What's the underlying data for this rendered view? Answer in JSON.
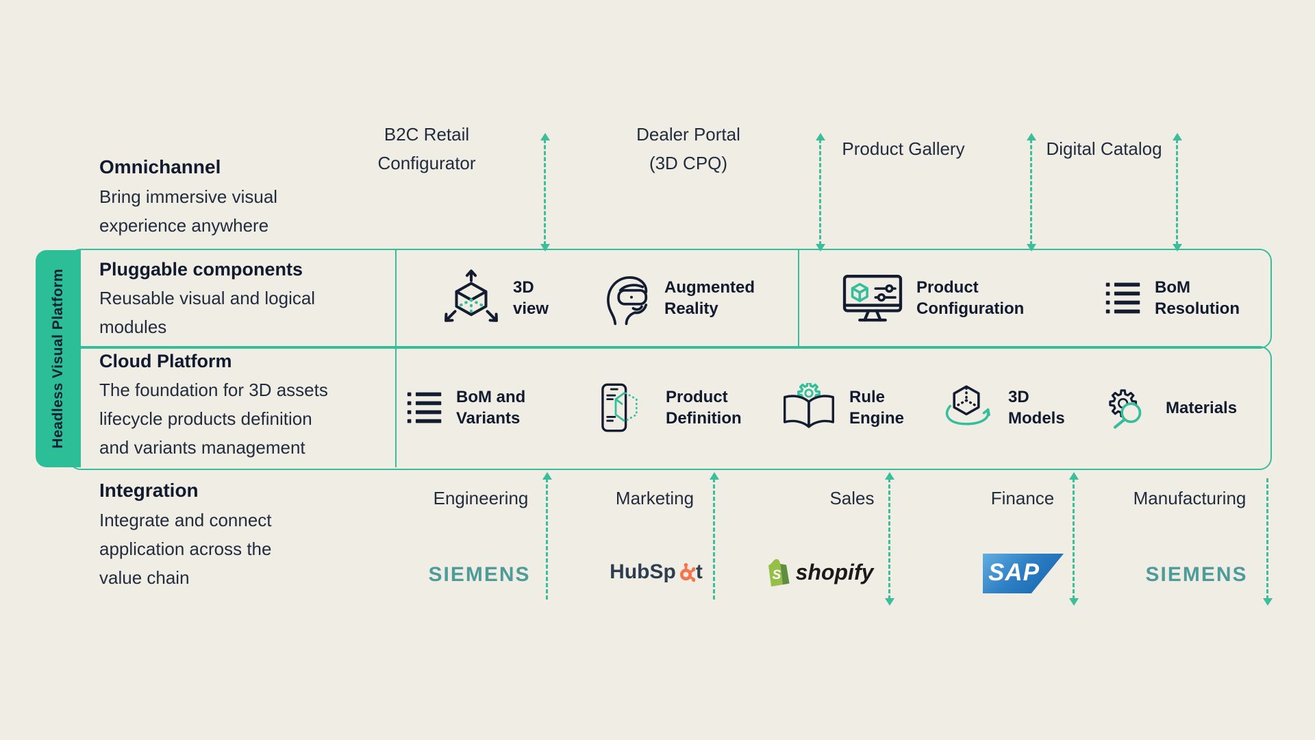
{
  "colors": {
    "background": "#F0EDE4",
    "ink": "#111A2F",
    "accent_green": "#34BE9B",
    "tab_green": "#2BBE97",
    "siemens_teal": "#4D9C99",
    "hubspot_navy": "#2D3E50",
    "hubspot_orange": "#F5764E",
    "shopify_green": "#95BF47",
    "sap_blue": "#1161AC"
  },
  "omnichannel": {
    "title": "Omnichannel",
    "description": "Bring immersive visual\nexperience anywhere",
    "channels": [
      {
        "label": "B2C Retail\nConfigurator"
      },
      {
        "label": "Dealer Portal\n(3D CPQ)"
      },
      {
        "label": "Product Gallery"
      },
      {
        "label": "Digital Catalog"
      }
    ]
  },
  "platform": {
    "tab_label": "Headless Visual Platform",
    "rows": [
      {
        "title": "Pluggable components",
        "description": "Reusable visual and logical\nmodules",
        "items": [
          {
            "label": "3D\nview",
            "icon": "3d-view-icon"
          },
          {
            "label": "Augmented\nReality",
            "icon": "augmented-reality-icon"
          },
          {
            "label": "Product\nConfiguration",
            "icon": "product-configuration-icon"
          },
          {
            "label": "BoM\nResolution",
            "icon": "bom-list-icon"
          }
        ]
      },
      {
        "title": "Cloud Platform",
        "description": "The foundation for 3D assets\nlifecycle products definition\nand variants management",
        "items": [
          {
            "label": "BoM and\nVariants",
            "icon": "bom-list-icon"
          },
          {
            "label": "Product\nDefinition",
            "icon": "product-definition-icon"
          },
          {
            "label": "Rule\nEngine",
            "icon": "rule-engine-icon"
          },
          {
            "label": "3D\nModels",
            "icon": "3d-models-icon"
          },
          {
            "label": "Materials",
            "icon": "materials-icon"
          }
        ]
      }
    ]
  },
  "integration": {
    "title": "Integration",
    "description": "Integrate and connect\napplication across the\nvalue chain",
    "departments": [
      {
        "label": "Engineering",
        "vendor": "SIEMENS"
      },
      {
        "label": "Marketing",
        "vendor": "HubSpot"
      },
      {
        "label": "Sales",
        "vendor": "shopify"
      },
      {
        "label": "Finance",
        "vendor": "SAP"
      },
      {
        "label": "Manufacturing",
        "vendor": "SIEMENS"
      }
    ]
  },
  "logos": {
    "siemens_text": "SIEMENS",
    "hubspot_prefix": "HubSp",
    "hubspot_suffix": "t",
    "shopify_bag_letter": "S",
    "shopify_text": "shopify",
    "sap_text": "SAP"
  }
}
